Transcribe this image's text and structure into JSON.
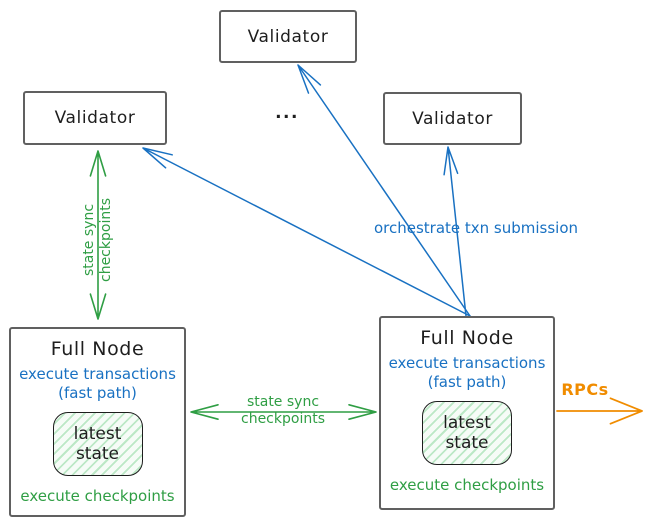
{
  "colors": {
    "ink": "#1e1e1e",
    "blue": "#1971c2",
    "green": "#2f9e44",
    "orange": "#f08c00",
    "box_border": "#606060",
    "hatch": "#bce8c6",
    "hatch_bg": "#f6fcf7"
  },
  "validators": {
    "top_label": "Validator",
    "left_label": "Validator",
    "right_label": "Validator",
    "ellipsis": "..."
  },
  "full_node_left": {
    "title": "Full Node",
    "exec_line1": "execute transactions",
    "exec_line2": "(fast path)",
    "state_line1": "latest",
    "state_line2": "state",
    "footer": "execute checkpoints"
  },
  "full_node_right": {
    "title": "Full Node",
    "exec_line1": "execute transactions",
    "exec_line2": "(fast path)",
    "state_line1": "latest",
    "state_line2": "state",
    "footer": "execute checkpoints"
  },
  "edge_labels": {
    "vertical_sync_line1": "state sync",
    "vertical_sync_line2": "checkpoints",
    "horizontal_sync_line1": "state sync",
    "horizontal_sync_line2": "checkpoints",
    "orchestrate": "orchestrate txn submission",
    "rpcs": "RPCs"
  }
}
